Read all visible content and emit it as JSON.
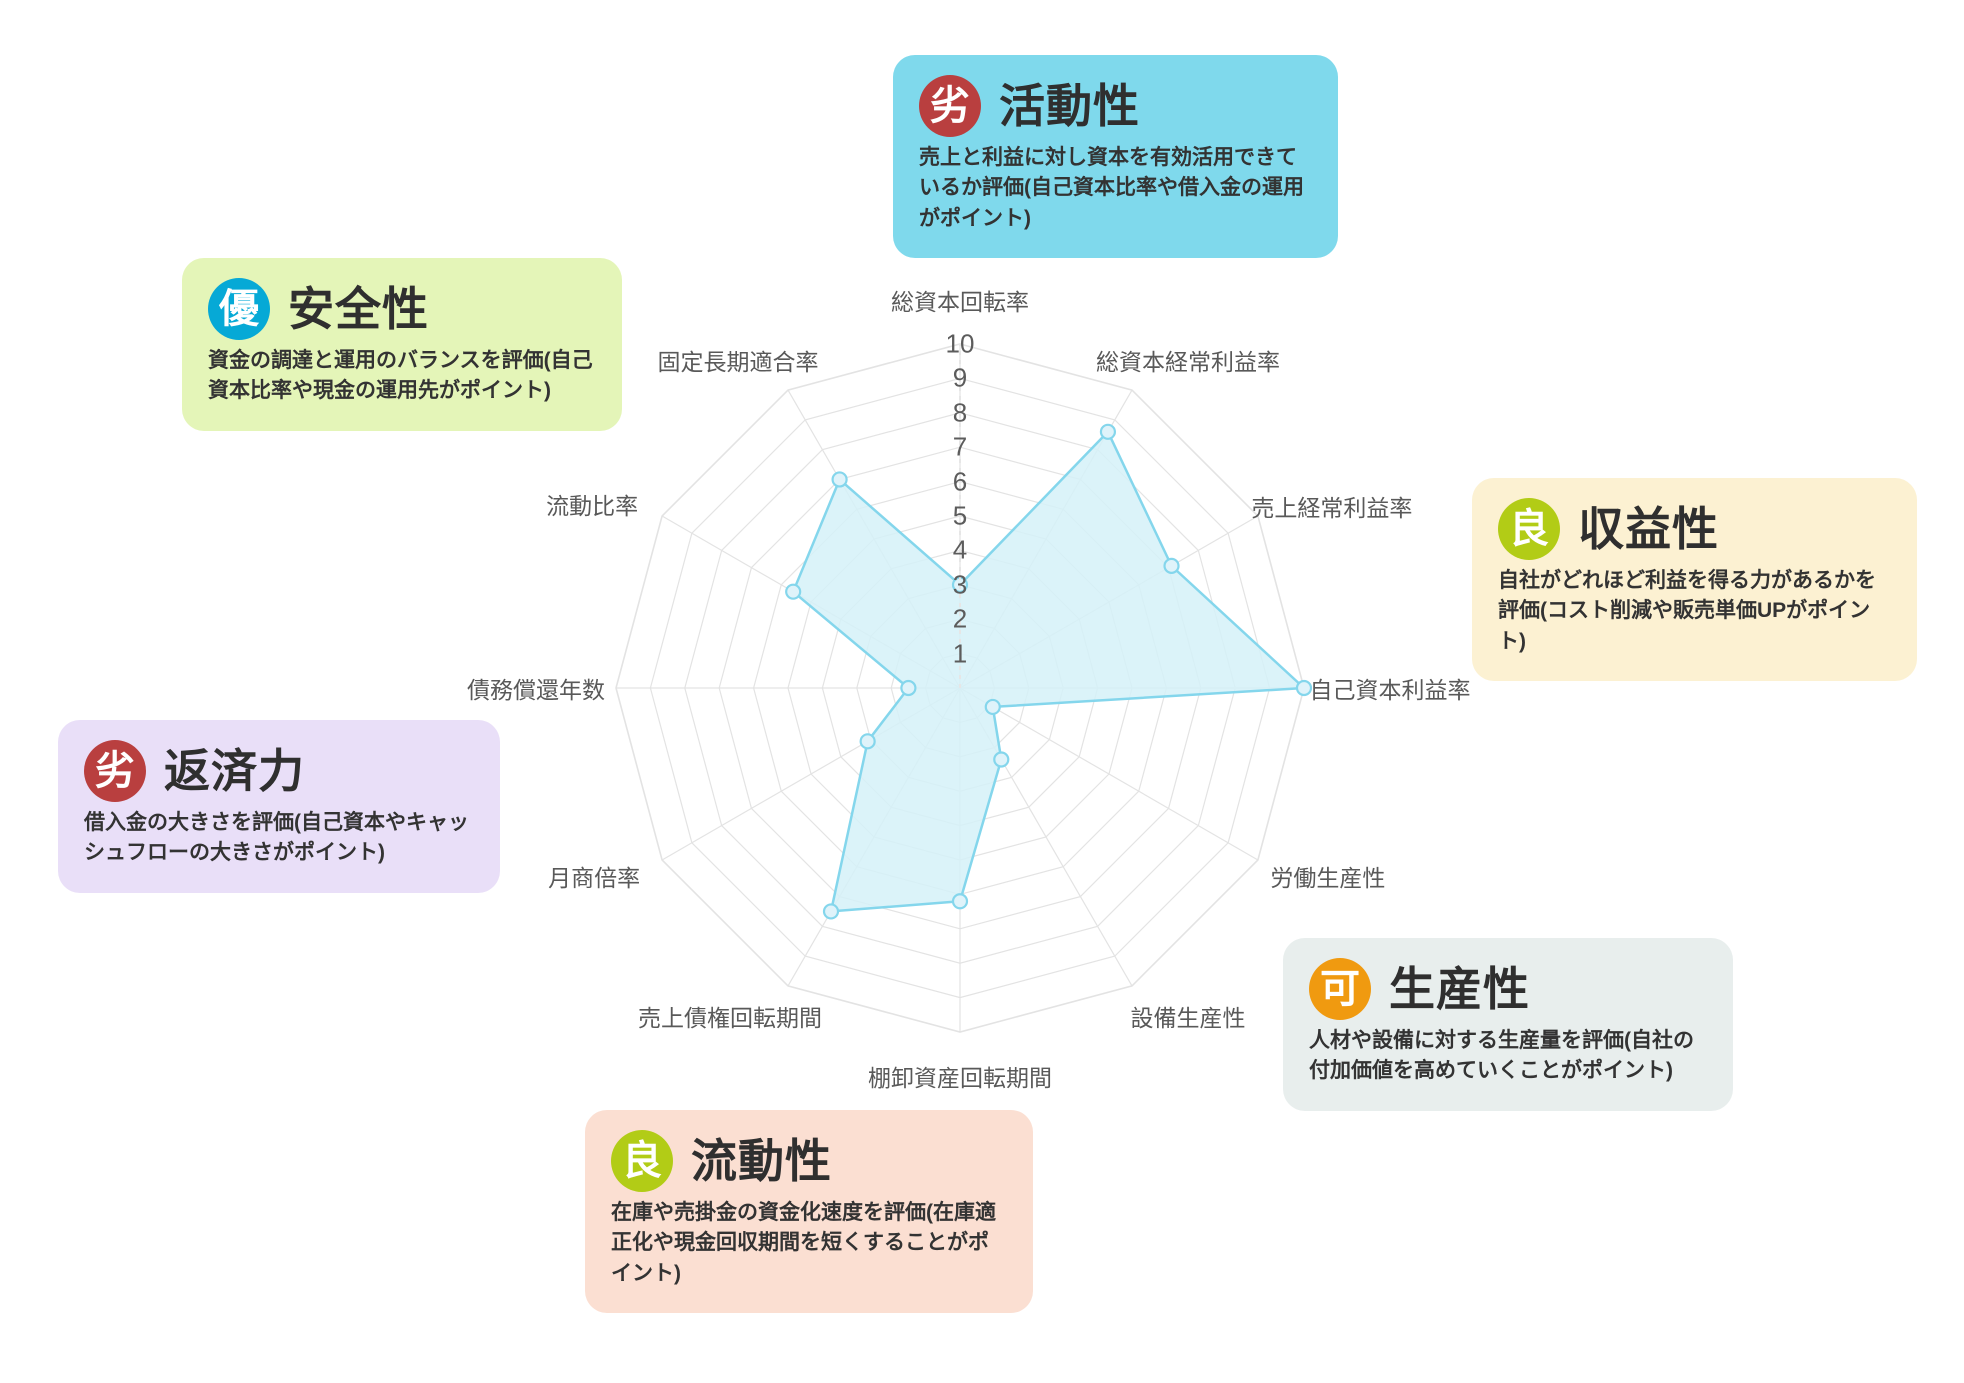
{
  "cards": [
    {
      "id": "activity",
      "rank": "劣",
      "title": "活動性",
      "desc": "売上と利益に対し資本を有効活用できているか評価(自己資本比率や借入金の運用がポイント)",
      "bg": "#7fd9ec",
      "badge_bg": "#b93f3f"
    },
    {
      "id": "safety",
      "rank": "優",
      "title": "安全性",
      "desc": "資金の調達と運用のバランスを評価(自己資本比率や現金の運用先がポイント)",
      "bg": "#e4f5b8",
      "badge_bg": "#06a9d6"
    },
    {
      "id": "profitability",
      "rank": "良",
      "title": "収益性",
      "desc": "自社がどれほど利益を得る力があるかを評価(コスト削減や販売単価UPがポイント)",
      "bg": "#fcf1d2",
      "badge_bg": "#b2cc16"
    },
    {
      "id": "repayment",
      "rank": "劣",
      "title": "返済力",
      "desc": "借入金の大きさを評価(自己資本やキャッシュフローの大きさがポイント)",
      "bg": "#e9dff8",
      "badge_bg": "#b93f3f"
    },
    {
      "id": "productivity",
      "rank": "可",
      "title": "生産性",
      "desc": "人材や設備に対する生産量を評価(自社の付加価値を高めていくことがポイント)",
      "bg": "#e8eeed",
      "badge_bg": "#f09a10"
    },
    {
      "id": "liquidity",
      "rank": "良",
      "title": "流動性",
      "desc": "在庫や売掛金の資金化速度を評価(在庫適正化や現金回収期間を短くすることがポイント)",
      "bg": "#fbdfd2",
      "badge_bg": "#b2cc16"
    }
  ],
  "chart_data": {
    "type": "radar",
    "title": "",
    "categories": [
      "総資本回転率",
      "総資本経常利益率",
      "売上経常利益率",
      "自己資本利益率",
      "労働生産性",
      "設備生産性",
      "棚卸資産回転期間",
      "売上債権回転期間",
      "月商倍率",
      "債務償還年数",
      "流動比率",
      "固定長期適合率"
    ],
    "values": [
      3,
      8.6,
      7.1,
      10,
      1.1,
      2.4,
      6.2,
      7.5,
      3.1,
      1.5,
      5.6,
      7
    ],
    "tick_labels": [
      "1",
      "2",
      "3",
      "4",
      "5",
      "6",
      "7",
      "8",
      "9",
      "10"
    ],
    "rmin": 0,
    "rmax": 10,
    "rings": 10,
    "grid": true,
    "legend": "none",
    "fill_color": "#d5f1f8",
    "line_color": "#84d6ec",
    "grid_color": "#e3e3e3",
    "label_color": "#595959"
  }
}
